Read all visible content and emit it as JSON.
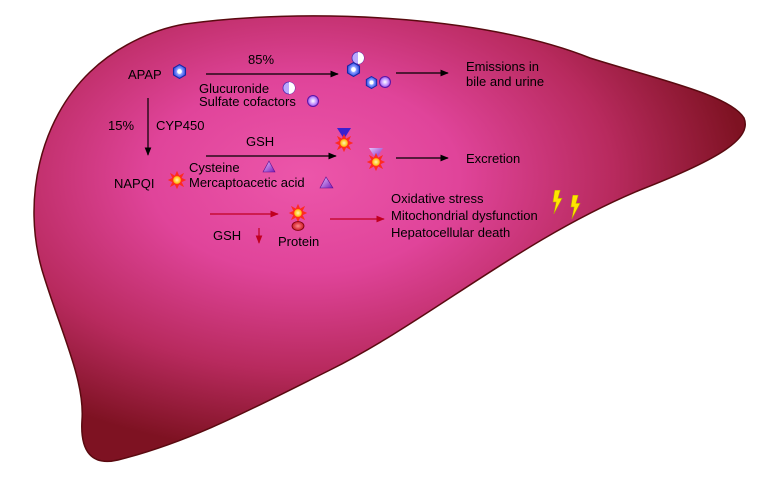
{
  "colors": {
    "liver_center": "#e64da0",
    "liver_mid": "#c8306e",
    "liver_edge": "#8c1428",
    "liver_outline": "#5a0a10",
    "arrow_black": "#000000",
    "arrow_red": "#c00020",
    "hexagon_blue": "#2244dd",
    "circle_purple": "#8a2be2",
    "triangle_purple": "#9b30c8",
    "star_red": "#ff2020",
    "star_core": "#ffd21a",
    "bolt_yellow": "#ffe600",
    "protein_red": "#e01020"
  },
  "labels": {
    "apap": "APAP",
    "pct_85": "85%",
    "glucuronide": "Glucuronide",
    "sulfate": "Sulfate cofactors",
    "emissions_line1": "Emissions in",
    "emissions_line2": "bile and urine",
    "pct_15": "15%",
    "cyp450": "CYP450",
    "gsh_top": "GSH",
    "napqi": "NAPQI",
    "cysteine": "Cysteine",
    "mercapto": "Mercaptoacetic acid",
    "excretion": "Excretion",
    "gsh_bottom": "GSH",
    "protein": "Protein",
    "outcome1": "Oxidative stress",
    "outcome2": "Mitochondrial dysfunction",
    "outcome3": "Hepatocellular death"
  },
  "icons": {
    "apap_marker": "blue-hexagon-icon",
    "glucuronide_marker": "half-shaded-circle-icon",
    "sulfate_marker": "purple-ring-icon",
    "napqi_marker": "red-yellow-star-icon",
    "cysteine_marker": "purple-triangle-icon",
    "mercapto_marker": "purple-triangle-icon",
    "damage_marker": "lightning-bolt-icon"
  }
}
